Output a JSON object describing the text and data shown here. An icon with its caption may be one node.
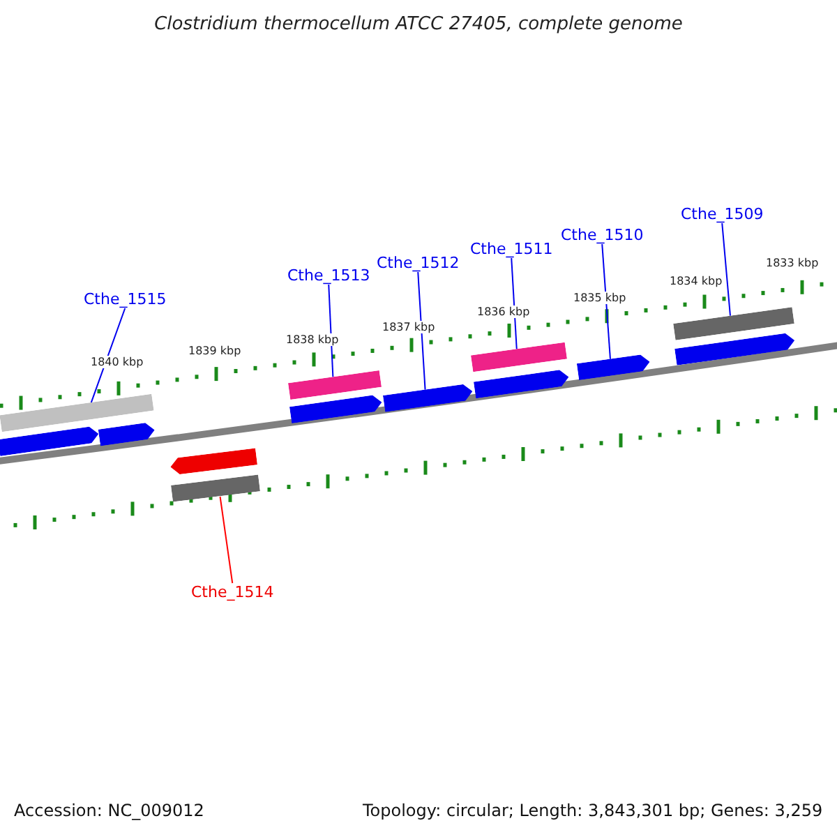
{
  "diagram": {
    "title": "Clostridium thermocellum ATCC 27405, complete genome",
    "nodes": [
      {
        "text": [
          "Cthe_1509"
        ]
      },
      {
        "text": [
          "Cthe_1510"
        ]
      },
      {
        "text": [
          "Cthe_1511"
        ]
      },
      {
        "text": [
          "Cthe_1512"
        ]
      },
      {
        "text": [
          "Cthe_1513"
        ]
      },
      {
        "text": [
          "Cthe_1515"
        ]
      },
      {
        "text": [
          "Cthe_1514"
        ]
      },
      {
        "text": [],
        "shape": "arrow"
      },
      {
        "text": [],
        "shape": "bar"
      },
      {
        "text": [],
        "shape": "arrow"
      },
      {
        "text": [],
        "shape": "arrow"
      },
      {
        "text": [],
        "shape": "bar"
      },
      {
        "text": [],
        "shape": "bar"
      },
      {
        "text": [],
        "shape": "arrow"
      },
      {
        "text": [],
        "shape": "arrow"
      },
      {
        "text": [],
        "shape": "bar"
      },
      {
        "text": [],
        "shape": "arrow"
      },
      {
        "text": [],
        "shape": "arrow"
      },
      {
        "text": [],
        "shape": "bar"
      },
      {
        "text": [],
        "shape": "arrow"
      }
    ],
    "edges": [
      {
        "from": 5,
        "to": 8,
        "arrow": "none"
      },
      {
        "from": 6,
        "to": 11,
        "arrow": "none",
        "color": "#ff0000"
      },
      {
        "from": 4,
        "to": 12,
        "arrow": "none"
      },
      {
        "from": 3,
        "to": 14,
        "arrow": "none"
      },
      {
        "from": 2,
        "to": 15,
        "arrow": "none"
      },
      {
        "from": 1,
        "to": 17,
        "arrow": "none"
      },
      {
        "from": 0,
        "to": 18,
        "arrow": "none"
      }
    ],
    "labels": [
      "1833 kbp",
      "1834 kbp",
      "1835 kbp",
      "1836 kbp",
      "1837 kbp",
      "1838 kbp",
      "1839 kbp",
      "1840 kbp",
      "Accession: NC_009012",
      "Topology: circular; Length: 3,843,301 bp; Genes: 3,259"
    ]
  }
}
